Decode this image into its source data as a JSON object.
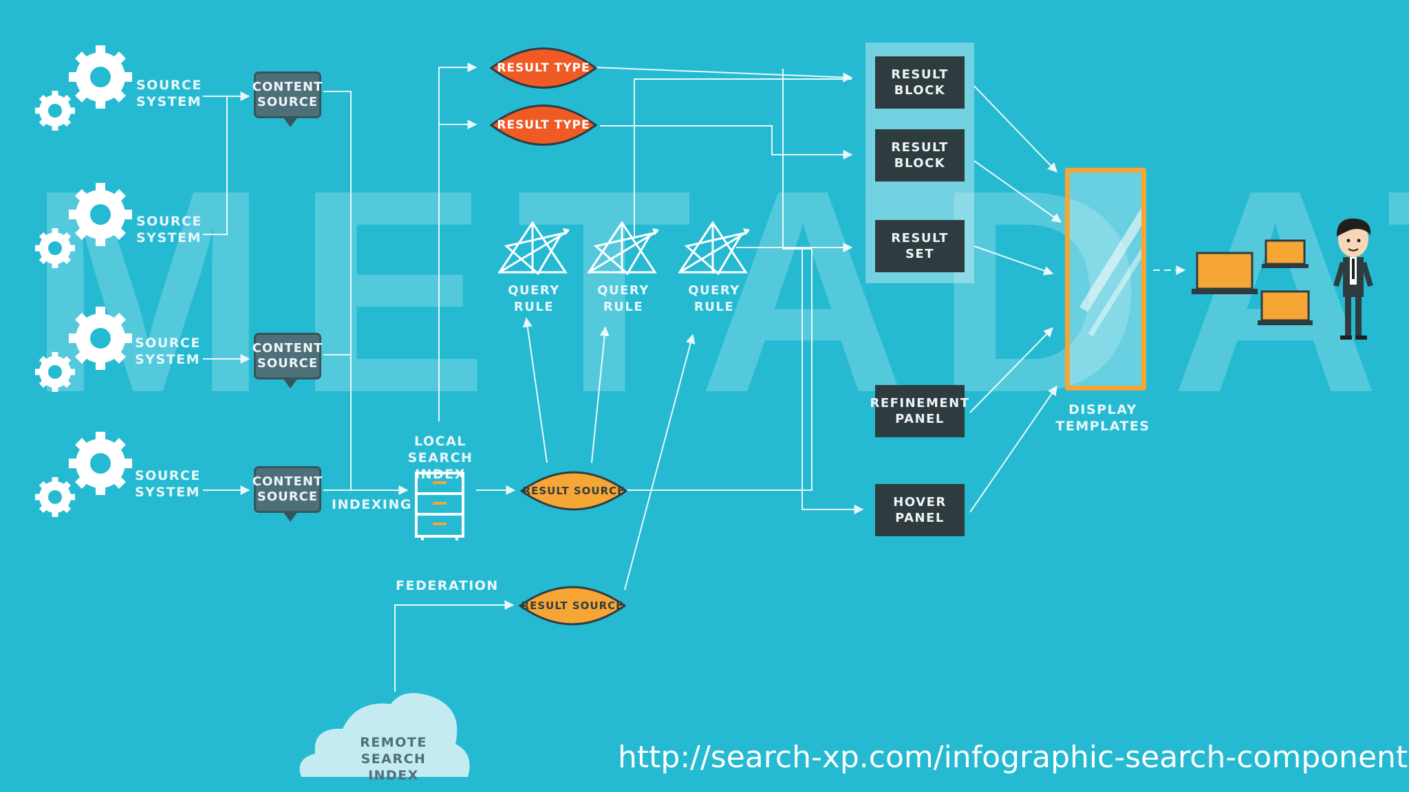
{
  "background": {
    "watermark": "METADATA",
    "color": "#25bad2"
  },
  "colors": {
    "result_type": "#f05a24",
    "result_source": "#f6a634",
    "dark_box": "#2e3c40",
    "bubble": "#4d6f78",
    "frame": "#f6a634",
    "line": "#ffffff"
  },
  "sources": [
    {
      "label": "SOURCE\nSYSTEM"
    },
    {
      "label": "SOURCE\nSYSTEM"
    },
    {
      "label": "SOURCE\nSYSTEM"
    },
    {
      "label": "SOURCE\nSYSTEM"
    }
  ],
  "content_sources": [
    {
      "label": "CONTENT\nSOURCE"
    },
    {
      "label": "CONTENT\nSOURCE"
    },
    {
      "label": "CONTENT\nSOURCE"
    }
  ],
  "flow": {
    "indexing": "INDEXING",
    "federation": "FEDERATION"
  },
  "local_index": {
    "label": "LOCAL SEARCH\nINDEX",
    "icon": "filing-cabinet-icon"
  },
  "remote_index": {
    "label": "REMOTE SEARCH\nINDEX",
    "icon": "cloud-icon"
  },
  "result_types": [
    {
      "label": "RESULT TYPE"
    },
    {
      "label": "RESULT TYPE"
    }
  ],
  "query_rules": [
    {
      "label": "QUERY RULE"
    },
    {
      "label": "QUERY RULE"
    },
    {
      "label": "QUERY RULE"
    }
  ],
  "result_sources": [
    {
      "label": "RESULT SOURCE"
    },
    {
      "label": "RESULT SOURCE"
    }
  ],
  "result_boxes": [
    {
      "label": "RESULT\nBLOCK"
    },
    {
      "label": "RESULT\nBLOCK"
    },
    {
      "label": "RESULT\nSET"
    }
  ],
  "panels": [
    {
      "label": "REFINEMENT\nPANEL"
    },
    {
      "label": "HOVER\nPANEL"
    }
  ],
  "display_templates": {
    "label": "DISPLAY\nTEMPLATES"
  },
  "devices": {
    "icon": "laptops-icon",
    "user_icon": "person-icon"
  },
  "footer": {
    "url": "http://search-xp.com/infographic-search-components"
  }
}
